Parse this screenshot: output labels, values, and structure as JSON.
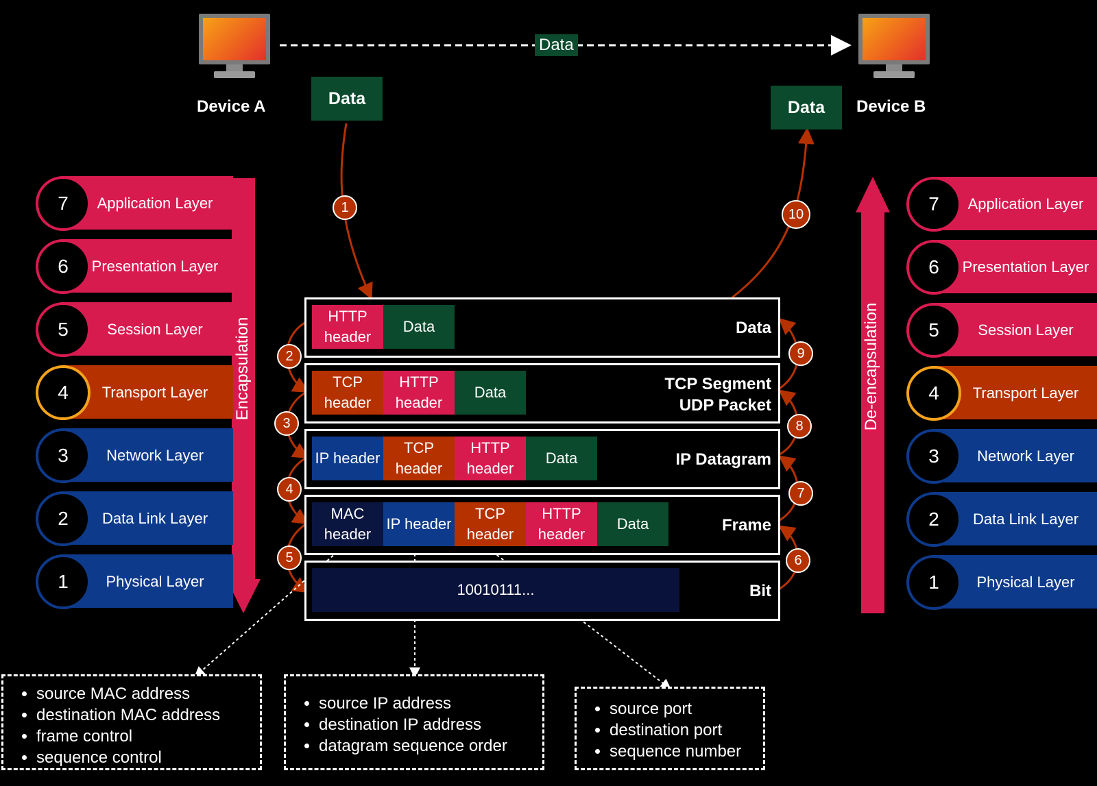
{
  "devices": {
    "a": "Device A",
    "b": "Device B"
  },
  "top_link_label": "Data",
  "sender_data": "Data",
  "receiver_data": "Data",
  "encapsulation_label": "Encapsulation",
  "deencapsulation_label": "De-encapsulation",
  "layers": [
    {
      "num": "7",
      "label": "Application Layer",
      "color": "#d81b4f"
    },
    {
      "num": "6",
      "label": "Presentation Layer",
      "color": "#d81b4f"
    },
    {
      "num": "5",
      "label": "Session Layer",
      "color": "#d81b4f"
    },
    {
      "num": "4",
      "label": "Transport Layer",
      "color": "#b53100"
    },
    {
      "num": "3",
      "label": "Network Layer",
      "color": "#0e3a8c"
    },
    {
      "num": "2",
      "label": "Data Link Layer",
      "color": "#0e3a8c"
    },
    {
      "num": "1",
      "label": "Physical Layer",
      "color": "#0e3a8c"
    }
  ],
  "pdu_rows": [
    {
      "title": "Data",
      "cells": [
        "HTTP header",
        "Data"
      ]
    },
    {
      "title_line1": "TCP Segment",
      "title_line2": "UDP Packet",
      "cells": [
        "TCP header",
        "HTTP header",
        "Data"
      ]
    },
    {
      "title": "IP Datagram",
      "cells": [
        "IP header",
        "TCP header",
        "HTTP header",
        "Data"
      ]
    },
    {
      "title": "Frame",
      "cells": [
        "MAC header",
        "IP header",
        "TCP header",
        "HTTP header",
        "Data"
      ]
    },
    {
      "title": "Bit",
      "cells": [
        "10010111..."
      ]
    }
  ],
  "steps_down": [
    "1",
    "2",
    "3",
    "4",
    "5"
  ],
  "steps_up": [
    "6",
    "7",
    "8",
    "9",
    "10"
  ],
  "mac_info": [
    "source MAC address",
    "destination MAC address",
    "frame control",
    "sequence control"
  ],
  "ip_info": [
    "source IP address",
    "destination IP address",
    "datagram sequence order"
  ],
  "tcp_info": [
    "source port",
    "destination port",
    "sequence number"
  ],
  "colors": {
    "red": "#d81b4f",
    "orange": "#b53100",
    "blue": "#0e3a8c",
    "green": "#0b4a2c",
    "arrow": "#b53100"
  }
}
